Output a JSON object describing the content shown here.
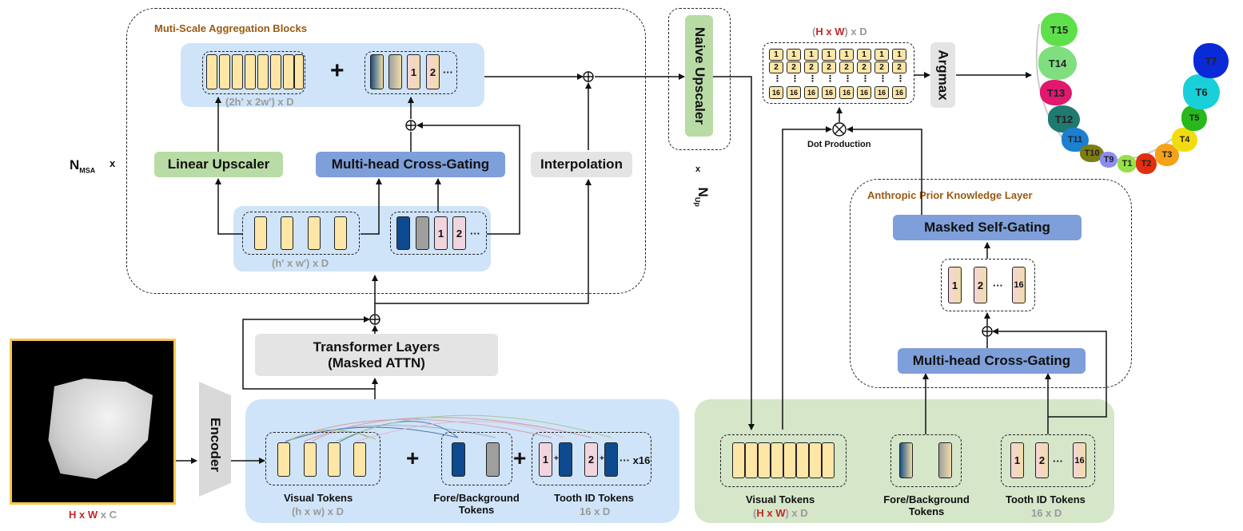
{
  "blocks": {
    "msa_title": "Muti-Scale Aggregation Blocks",
    "nmsa_prefix": "N",
    "nmsa_sub": "MSA",
    "nmsa_x": "x",
    "linear_upscaler": "Linear Upscaler",
    "cross_gating_top": "Multi-head Cross-Gating",
    "interpolation": "Interpolation",
    "naive_upscaler": "Naive Upscaler",
    "nup_x": "x",
    "nup_prefix": "N",
    "nup_sub": "Up",
    "argmax": "Argmax",
    "dot_production": "Dot Production",
    "transformer_line1": "Transformer Layers",
    "transformer_line2": "(Masked ATTN)",
    "encoder": "Encoder",
    "apk_title": "Anthropic Prior Knowledge Layer",
    "masked_self_gating": "Masked Self-Gating",
    "cross_gating_bottom": "Multi-head Cross-Gating"
  },
  "dims": {
    "top_2h": "(2h' x 2w') x D",
    "mid_hw": "(h' x w') x D",
    "hw_open": "(",
    "hw_H": "H",
    "hw_x": " x ",
    "hw_W": "W",
    "hw_close": ") x D",
    "input_H": "H",
    "input_x1": " x ",
    "input_W": "W",
    "input_xc": " x C",
    "visual_dim": "(h x w) x D",
    "tooth_dim": "16 x D",
    "right_tooth_dim": "16 x D"
  },
  "token_labels": {
    "visual": "Visual Tokens",
    "fore_bg_line1": "Fore/Background",
    "fore_bg_line2": "Tokens",
    "tooth": "Tooth ID Tokens",
    "right_visual": "Visual Tokens",
    "right_fore_line1": "Fore/Background",
    "right_fore_line2": "Tokens",
    "right_tooth": "Tooth ID Tokens"
  },
  "token_text": {
    "one": "1",
    "two": "2",
    "sixteen": "16",
    "dots": "···",
    "x16": "x16",
    "plus_small": "+",
    "plus_big": "+",
    "mid_dots": "⋮",
    "row_dots": "···"
  },
  "teeth": [
    "T15",
    "T14",
    "T13",
    "T12",
    "T11",
    "T10",
    "T9",
    "T1",
    "T2",
    "T3",
    "T4",
    "T5",
    "T6",
    "T7"
  ],
  "colors": {
    "blue_region": "#cfe4f8",
    "green_region": "#d5e6c9",
    "green_box": "#b9dba5",
    "purple_box": "#7e9fd9",
    "gray_box": "#e4e4e4",
    "token_yellow": "#fde6a6",
    "token_pink": "#f1d5de",
    "token_navy": "#0e4a8f",
    "image_frame": "#f4c84f"
  }
}
